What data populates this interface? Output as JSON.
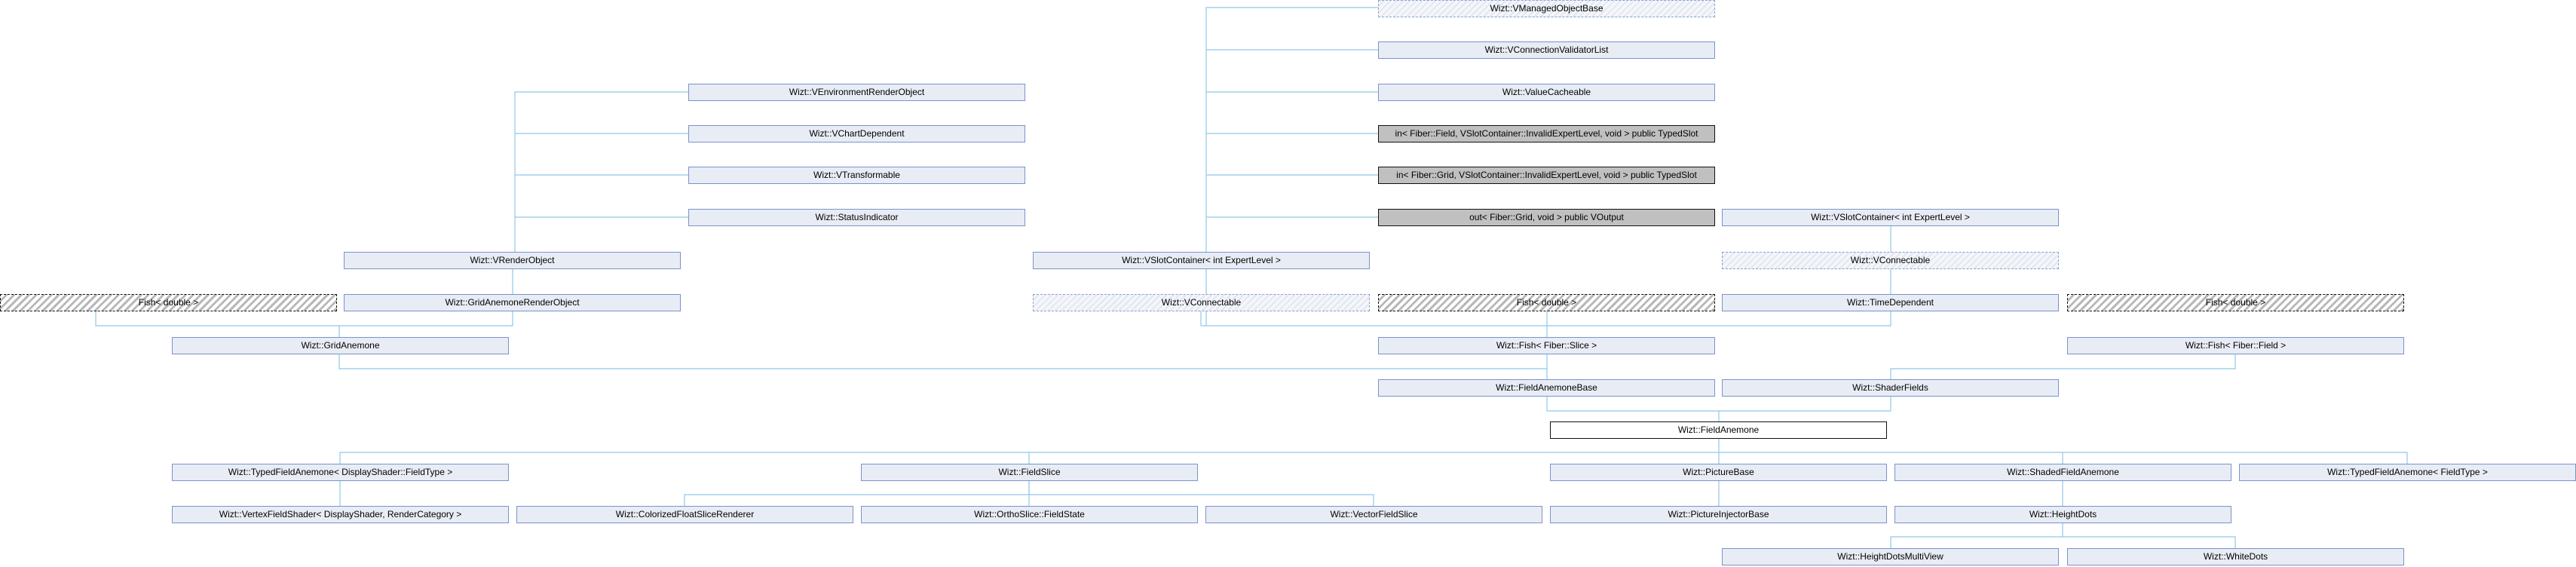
{
  "nodes": {
    "vmanaged": "Wizt::VManagedObjectBase",
    "vconnvalid": "Wizt::VConnectionValidatorList",
    "venvrender": "Wizt::VEnvironmentRenderObject",
    "valuecache": "Wizt::ValueCacheable",
    "vchartdep": "Wizt::VChartDependent",
    "inField": "in< Fiber::Field, VSlotContainer::InvalidExpertLevel, void > public TypedSlot",
    "vtransform": "Wizt::VTransformable",
    "inGrid": "in< Fiber::Grid, VSlotContainer::InvalidExpertLevel, void > public TypedSlot",
    "statusind": "Wizt::StatusIndicator",
    "outGrid": "out< Fiber::Grid, void > public VOutput",
    "vslotint": "Wizt::VSlotContainer< int ExpertLevel >",
    "vrender": "Wizt::VRenderObject",
    "vslot": "Wizt::VSlotContainer< int ExpertLevel >",
    "vconnectable1": "Wizt::VConnectable",
    "fishDouble1": "Fish< double >",
    "gridAnemRender": "Wizt::GridAnemoneRenderObject",
    "vconnectable2": "Wizt::VConnectable",
    "fishDouble2": "Fish< double >",
    "timedep": "Wizt::TimeDependent",
    "fishDouble3": "Fish< double >",
    "gridAnem": "Wizt::GridAnemone",
    "fishSlice": "Wizt::Fish< Fiber::Slice >",
    "fishField": "Wizt::Fish< Fiber::Field >",
    "fieldAnemBase": "Wizt::FieldAnemoneBase",
    "shaderFields": "Wizt::ShaderFields",
    "fieldAnem": "Wizt::FieldAnemone",
    "typedDS": "Wizt::TypedFieldAnemone< DisplayShader::FieldType >",
    "fieldSlice": "Wizt::FieldSlice",
    "pictureBase": "Wizt::PictureBase",
    "shadedField": "Wizt::ShadedFieldAnemone",
    "typedFT": "Wizt::TypedFieldAnemone< FieldType >",
    "vertexShader": "Wizt::VertexFieldShader< DisplayShader, RenderCategory >",
    "colorized": "Wizt::ColorizedFloatSliceRenderer",
    "orthoSlice": "Wizt::OrthoSlice::FieldState",
    "vectorSlice": "Wizt::VectorFieldSlice",
    "pictureInj": "Wizt::PictureInjectorBase",
    "heightDots": "Wizt::HeightDots",
    "heightDotsMV": "Wizt::HeightDotsMultiView",
    "whiteDots": "Wizt::WhiteDots"
  },
  "colors": {
    "edge": "#8fc8ea",
    "node_fill": "#e8ecf4",
    "node_border": "#7b93cc"
  }
}
